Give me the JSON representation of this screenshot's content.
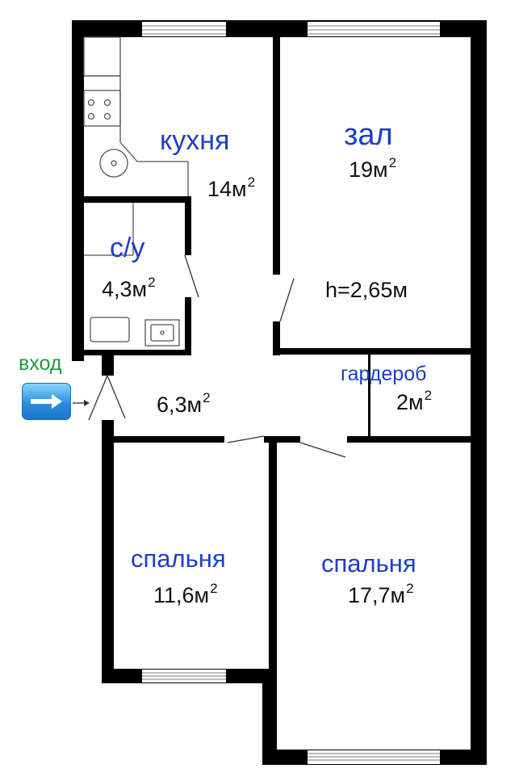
{
  "entrance": {
    "label": "вход",
    "icon": "right-arrow-icon"
  },
  "rooms": {
    "kitchen": {
      "name": "кухня",
      "area": "14м",
      "exp": "2"
    },
    "hall": {
      "name": "зал",
      "area": "19м",
      "exp": "2",
      "ceiling": "h=2,65м"
    },
    "bathroom": {
      "name": "с/у",
      "area": "4,3м",
      "exp": "2"
    },
    "corridor": {
      "area": "6,3м",
      "exp": "2"
    },
    "wardrobe": {
      "name": "гардероб",
      "area": "2м",
      "exp": "2"
    },
    "bedroom_left": {
      "name": "спальня",
      "area": "11,6м",
      "exp": "2"
    },
    "bedroom_right": {
      "name": "спальня",
      "area": "17,7м",
      "exp": "2"
    }
  },
  "colors": {
    "wall": "#000000",
    "room_name": "#1c3fc4",
    "area_text": "#111111",
    "entrance_label": "#1e9b3c",
    "entrance_button": "#2b8fe0"
  }
}
